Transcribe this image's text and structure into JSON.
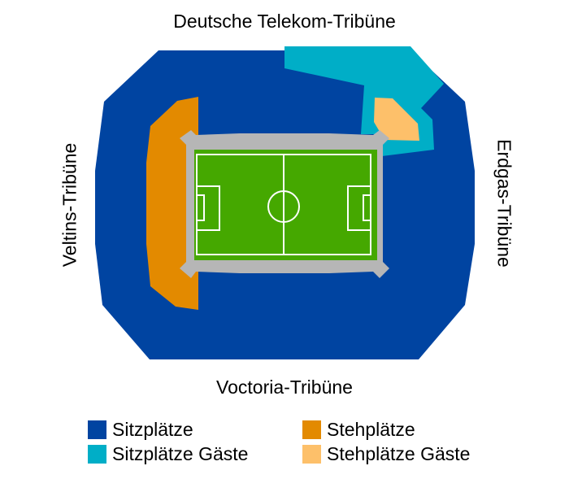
{
  "stands": {
    "north": "Deutsche Telekom-Tribüne",
    "south": "Voctoria-Tribüne",
    "west": "Veltins-Tribüne",
    "east": "Erdgas-Tribüne"
  },
  "colors": {
    "seating": "#0044a1",
    "seating_away": "#00aec7",
    "standing": "#e38a00",
    "standing_away": "#fdc06a",
    "concourse": "#b6b6b6",
    "pitch": "#45a800",
    "lines": "#ffffff"
  },
  "legend": [
    {
      "label": "Sitzplätze",
      "color": "#0044a1"
    },
    {
      "label": "Stehplätze",
      "color": "#e38a00"
    },
    {
      "label": "Sitzplätze Gäste",
      "color": "#00aec7"
    },
    {
      "label": "Stehplätze Gäste",
      "color": "#fdc06a"
    }
  ]
}
